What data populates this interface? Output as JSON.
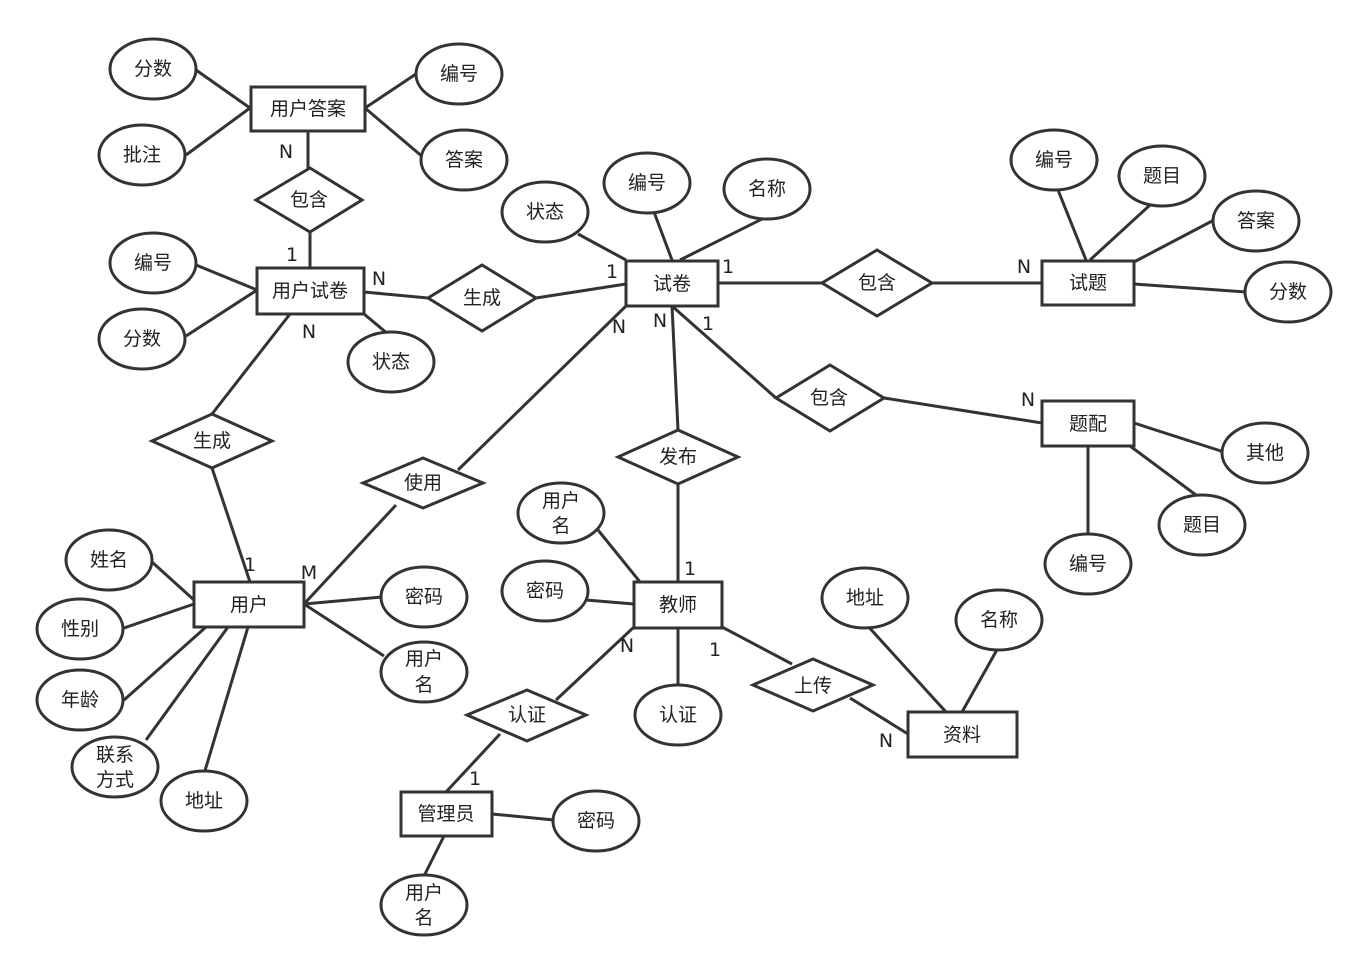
{
  "diagram": {
    "type": "er-diagram",
    "entities": {
      "user_answer": "用户答案",
      "user_paper": "用户试卷",
      "paper": "试卷",
      "question": "试题",
      "match_question": "题配",
      "user": "用户",
      "teacher": "教师",
      "material": "资料",
      "admin": "管理员"
    },
    "relationships": {
      "contains_answer": "包含",
      "generate_paper": "生成",
      "contains_question": "包含",
      "contains_match": "包含",
      "generate_user": "生成",
      "use": "使用",
      "publish": "发布",
      "upload": "上传",
      "certify": "认证"
    },
    "attributes": {
      "ua_score": "分数",
      "ua_comment": "批注",
      "ua_number": "编号",
      "ua_answer": "答案",
      "up_number": "编号",
      "up_score": "分数",
      "up_status": "状态",
      "p_status": "状态",
      "p_number": "编号",
      "p_name": "名称",
      "q_number": "编号",
      "q_title": "题目",
      "q_answer": "答案",
      "q_score": "分数",
      "m_other": "其他",
      "m_title": "题目",
      "m_number": "编号",
      "u_name": "姓名",
      "u_gender": "性别",
      "u_age": "年龄",
      "u_contact": [
        "联系",
        "方式"
      ],
      "u_address": "地址",
      "u_password": "密码",
      "u_username": [
        "用户",
        "名"
      ],
      "t_username": [
        "用户",
        "名"
      ],
      "t_password": "密码",
      "t_cert": "认证",
      "mat_address": "地址",
      "mat_name": "名称",
      "a_password": "密码",
      "a_username": [
        "用户",
        "名"
      ]
    },
    "cardinalities": {
      "ua_contains": "N",
      "up_contains": "1",
      "up_generate": "N",
      "p_generate": "1",
      "p_contains_q": "1",
      "q_contains": "N",
      "p_contains_m": "1",
      "m_contains": "N",
      "up_user": "N",
      "user_generate": "1",
      "user_use": "M",
      "p_use": "N",
      "p_publish": "N",
      "t_publish": "1",
      "t_upload": "1",
      "mat_upload": "N",
      "t_certify": "N",
      "admin_certify": "1"
    }
  }
}
